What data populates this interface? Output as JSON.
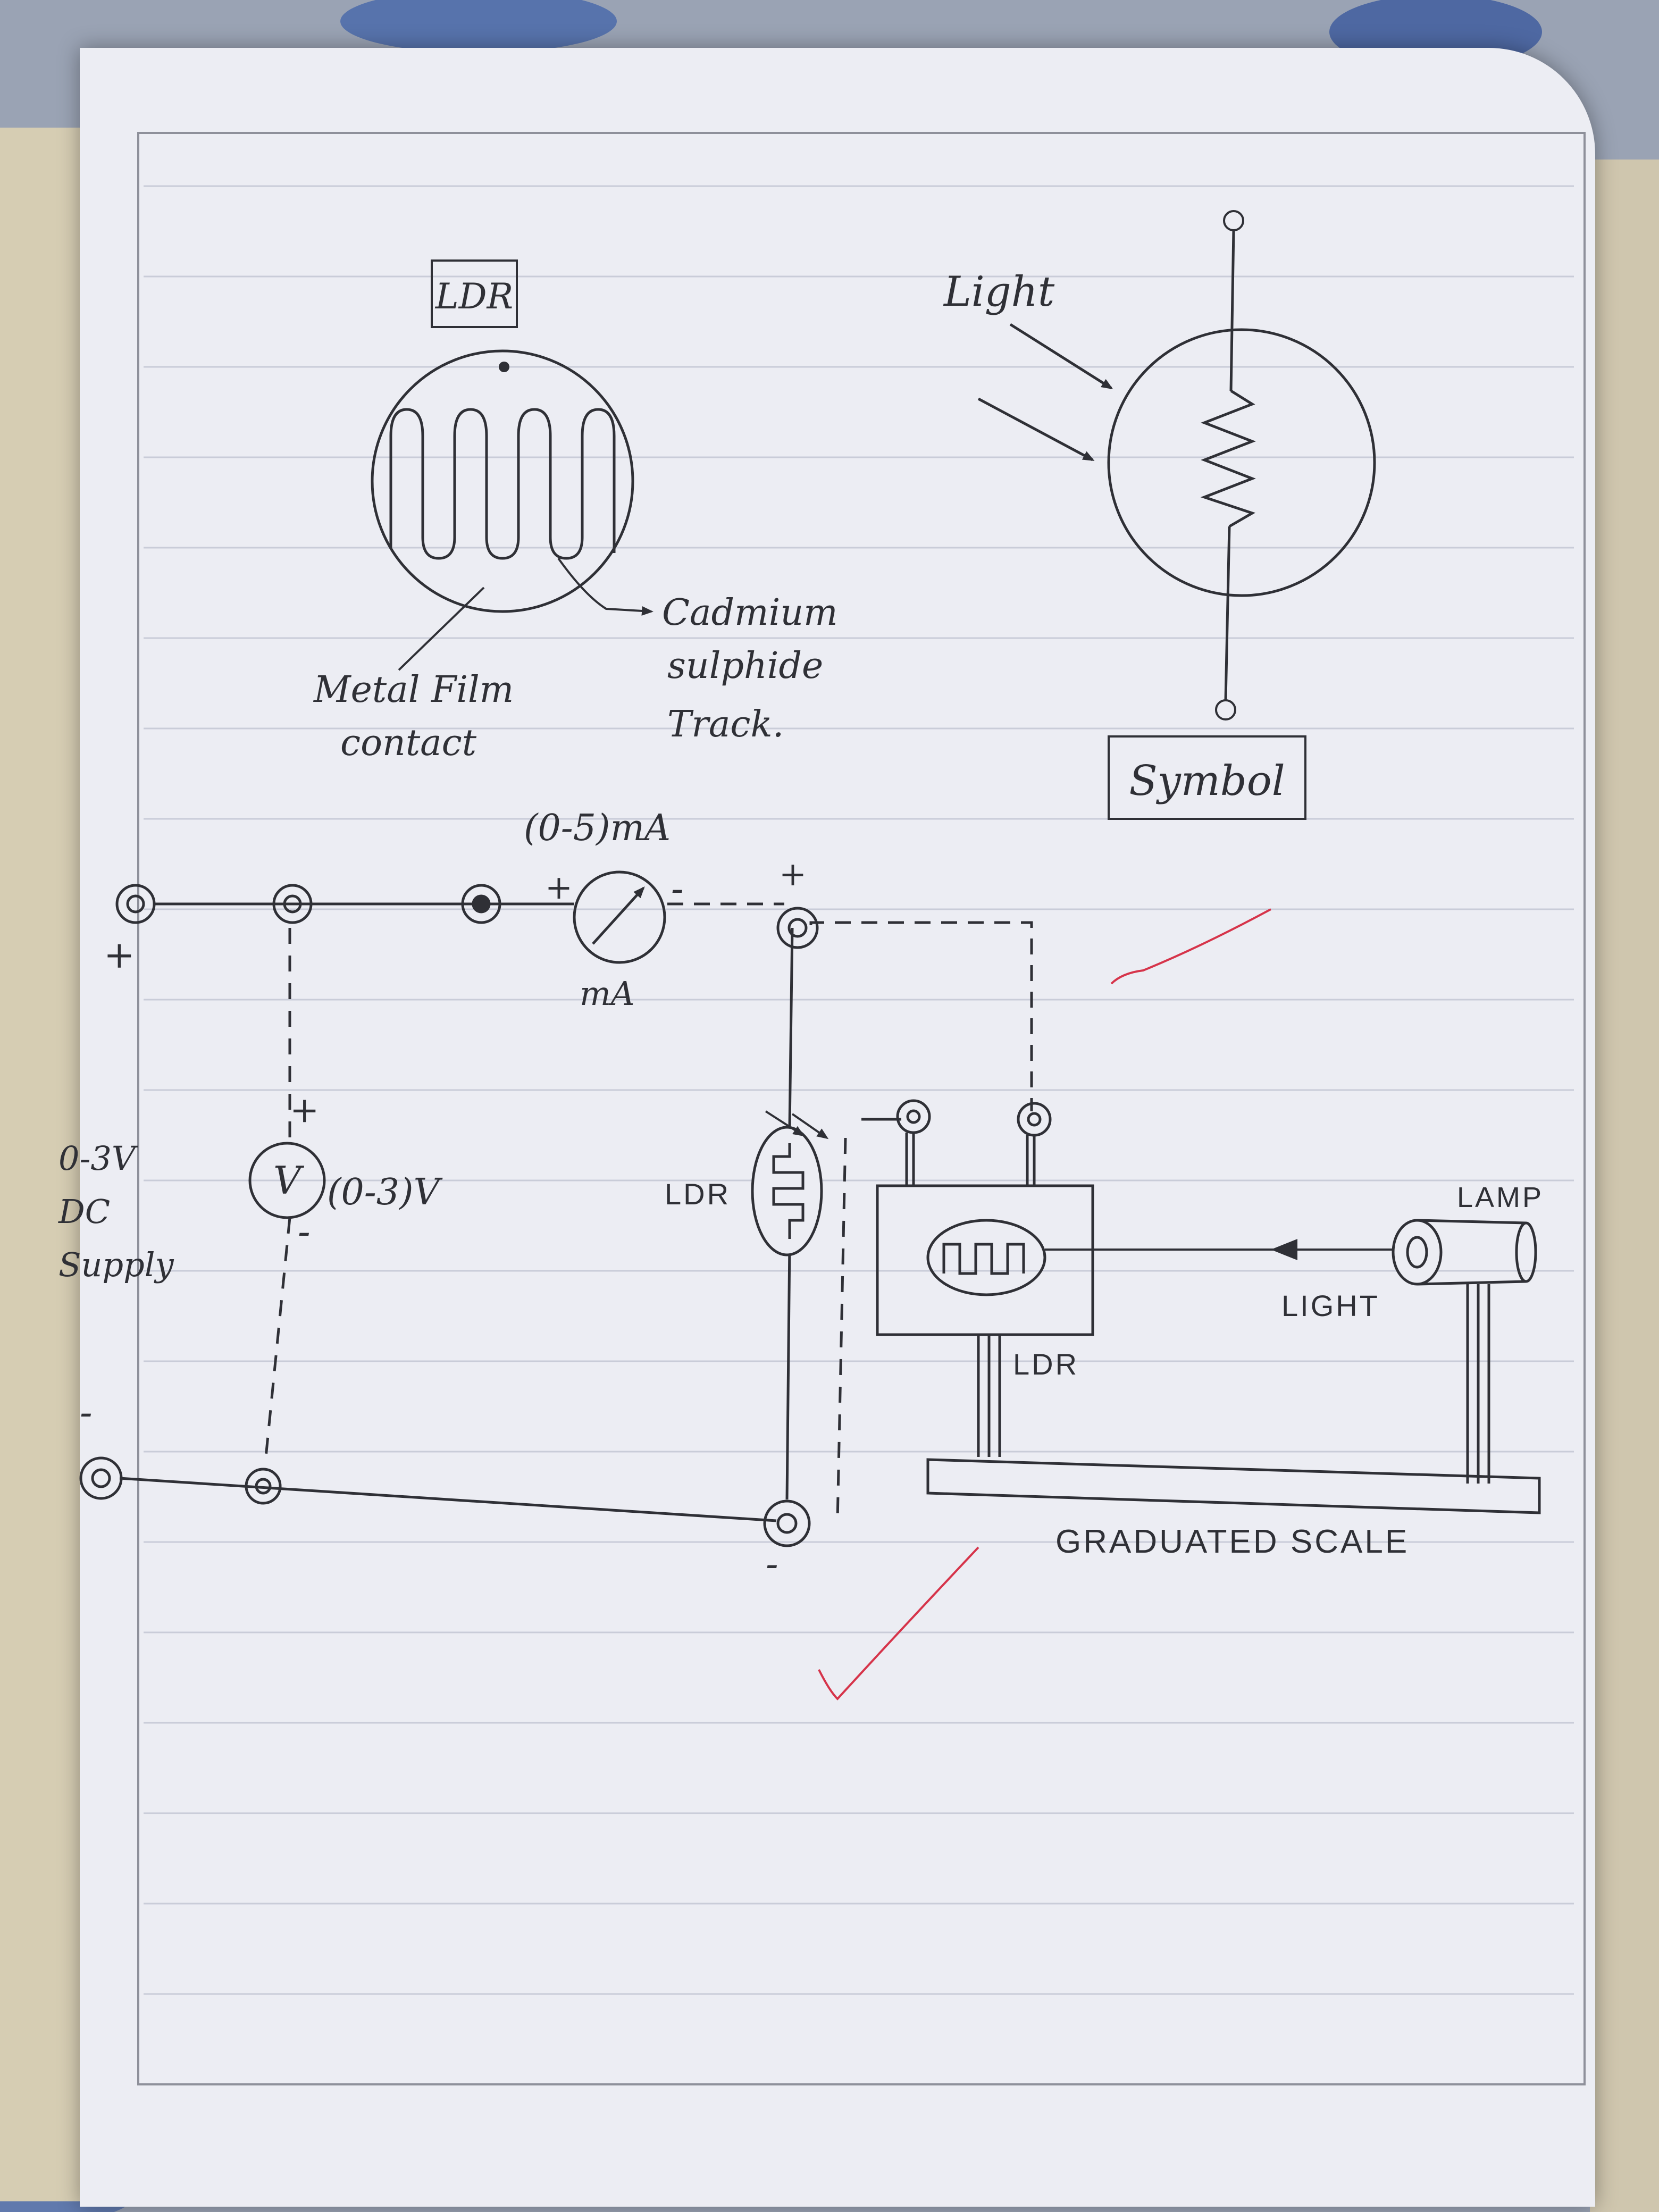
{
  "colors": {
    "ink": "#2f3036",
    "paper": "#ecedf3",
    "rule_line": "#c9ccd8",
    "red_tick": "#d6344a",
    "cloth": "#9aa3b4"
  },
  "ldr_diagram": {
    "title": "LDR",
    "metal_film_label_line1": "Metal Film",
    "metal_film_label_line2": "contact",
    "cadmium_label_line1": "Cadmium",
    "cadmium_label_line2": "sulphide",
    "cadmium_label_line3": "Track."
  },
  "symbol_diagram": {
    "light_label": "Light",
    "caption": "Symbol"
  },
  "circuit": {
    "ammeter_range": "(0-5)mA",
    "ammeter_symbol": "mA",
    "voltmeter_symbol": "V",
    "voltmeter_range": "(0-3)V",
    "supply_line1": "0-3V",
    "supply_line2": "DC",
    "supply_line3": "Supply",
    "plus_sign": "+",
    "minus_sign": "-",
    "ldr_label": "LDR",
    "box_ldr_label": "LDR",
    "lamp_label": "LAMP",
    "light_label": "LIGHT",
    "scale_label": "GRADUATED  SCALE"
  }
}
